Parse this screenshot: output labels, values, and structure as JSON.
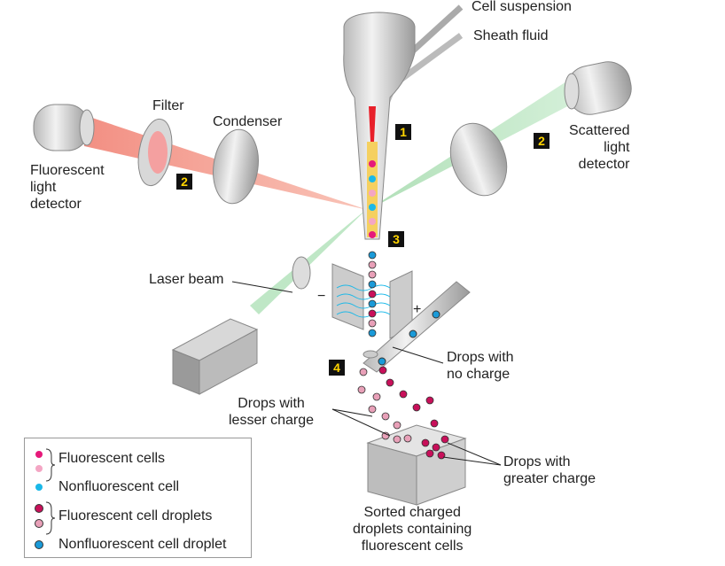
{
  "labels": {
    "cell_suspension": "Cell suspension",
    "sheath_fluid": "Sheath fluid",
    "filter": "Filter",
    "condenser": "Condenser",
    "fluorescent_detector": "Fluorescent\nlight\ndetector",
    "scattered_detector": "Scattered\nlight\ndetector",
    "laser_beam": "Laser beam",
    "drops_no_charge": "Drops with\nno charge",
    "drops_lesser_charge": "Drops with\nlesser charge",
    "drops_greater_charge": "Drops with\ngreater charge",
    "sorted": "Sorted charged\ndroplets containing\nfluorescent cells",
    "minus": "−",
    "plus": "+"
  },
  "steps": [
    "1",
    "2",
    "2",
    "3",
    "4"
  ],
  "legend": [
    {
      "label": "Fluorescent cells",
      "colors": [
        "#e6197a",
        "#f4a6c4"
      ]
    },
    {
      "label": "Nonfluorescent cell",
      "colors": [
        "#1ab8e8"
      ]
    },
    {
      "label": "Fluorescent cell droplets",
      "colors": [
        "#c8105a",
        "#e8a0b8"
      ]
    },
    {
      "label": "Nonfluorescent cell droplet",
      "colors": [
        "#1a9ad8"
      ]
    }
  ],
  "colors": {
    "red_light": "#f08070",
    "green_light": "#8fd0a0",
    "badge_text": "#ffd400"
  }
}
